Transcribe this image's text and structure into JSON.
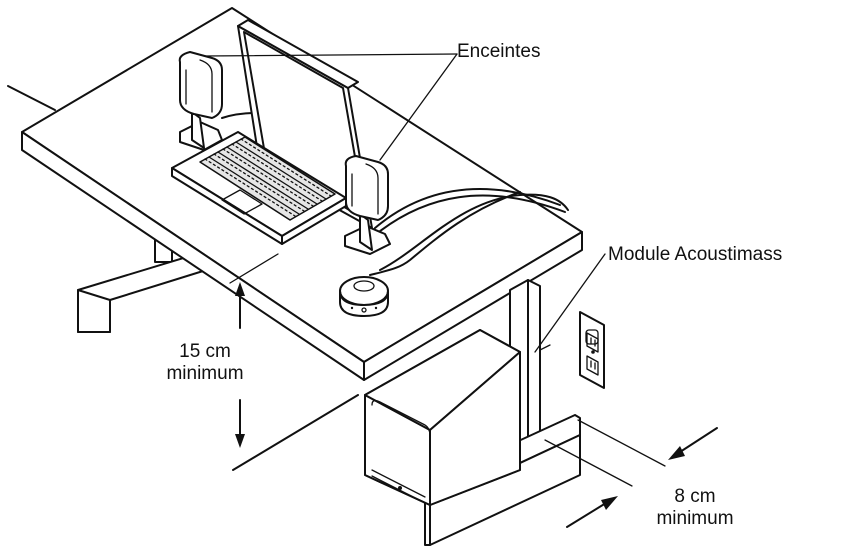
{
  "labels": {
    "speakers": "Enceintes",
    "acoustimass": "Module Acoustimass",
    "height_value": "15 cm",
    "height_unit": "minimum",
    "gap_value": "8 cm",
    "gap_unit": "minimum"
  },
  "colors": {
    "line": "#111111",
    "background": "#ffffff"
  }
}
